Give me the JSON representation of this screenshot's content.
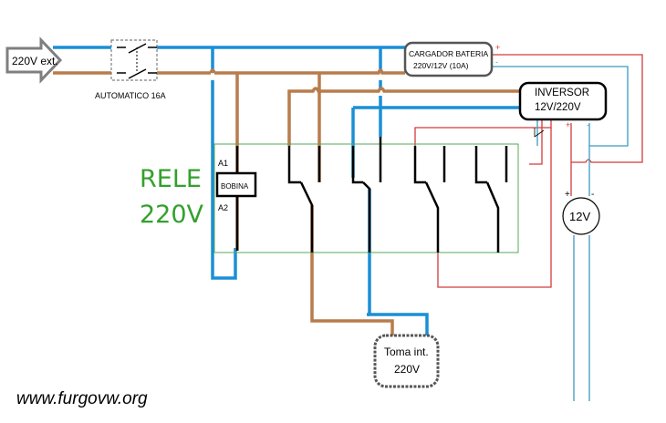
{
  "labels": {
    "input": "220V ext.",
    "breaker": "AUTOMATICO 16A",
    "charger_line1": "CARGADOR BATERIA",
    "charger_line2": "220V/12V (10A)",
    "inverter_line1": "INVERSOR",
    "inverter_line2": "12V/220V",
    "relay_line1": "RELE",
    "relay_line2": "220V",
    "coil": "BOBINA",
    "coil_a1": "A1",
    "coil_a2": "A2",
    "outlet_line1": "Toma int.",
    "outlet_line2": "220V",
    "battery": "12V",
    "website": "www.furgovw.org",
    "plus": "+",
    "minus": "-"
  },
  "colors": {
    "neutral_wire": "#1a8fd6",
    "phase_wire": "#b87c4c",
    "dc_positive": "#d33b3b",
    "dc_negative": "#3a9bbf",
    "contacts": "#000000",
    "relay_box": "#56a85a",
    "relay_text": "#33a02c"
  }
}
